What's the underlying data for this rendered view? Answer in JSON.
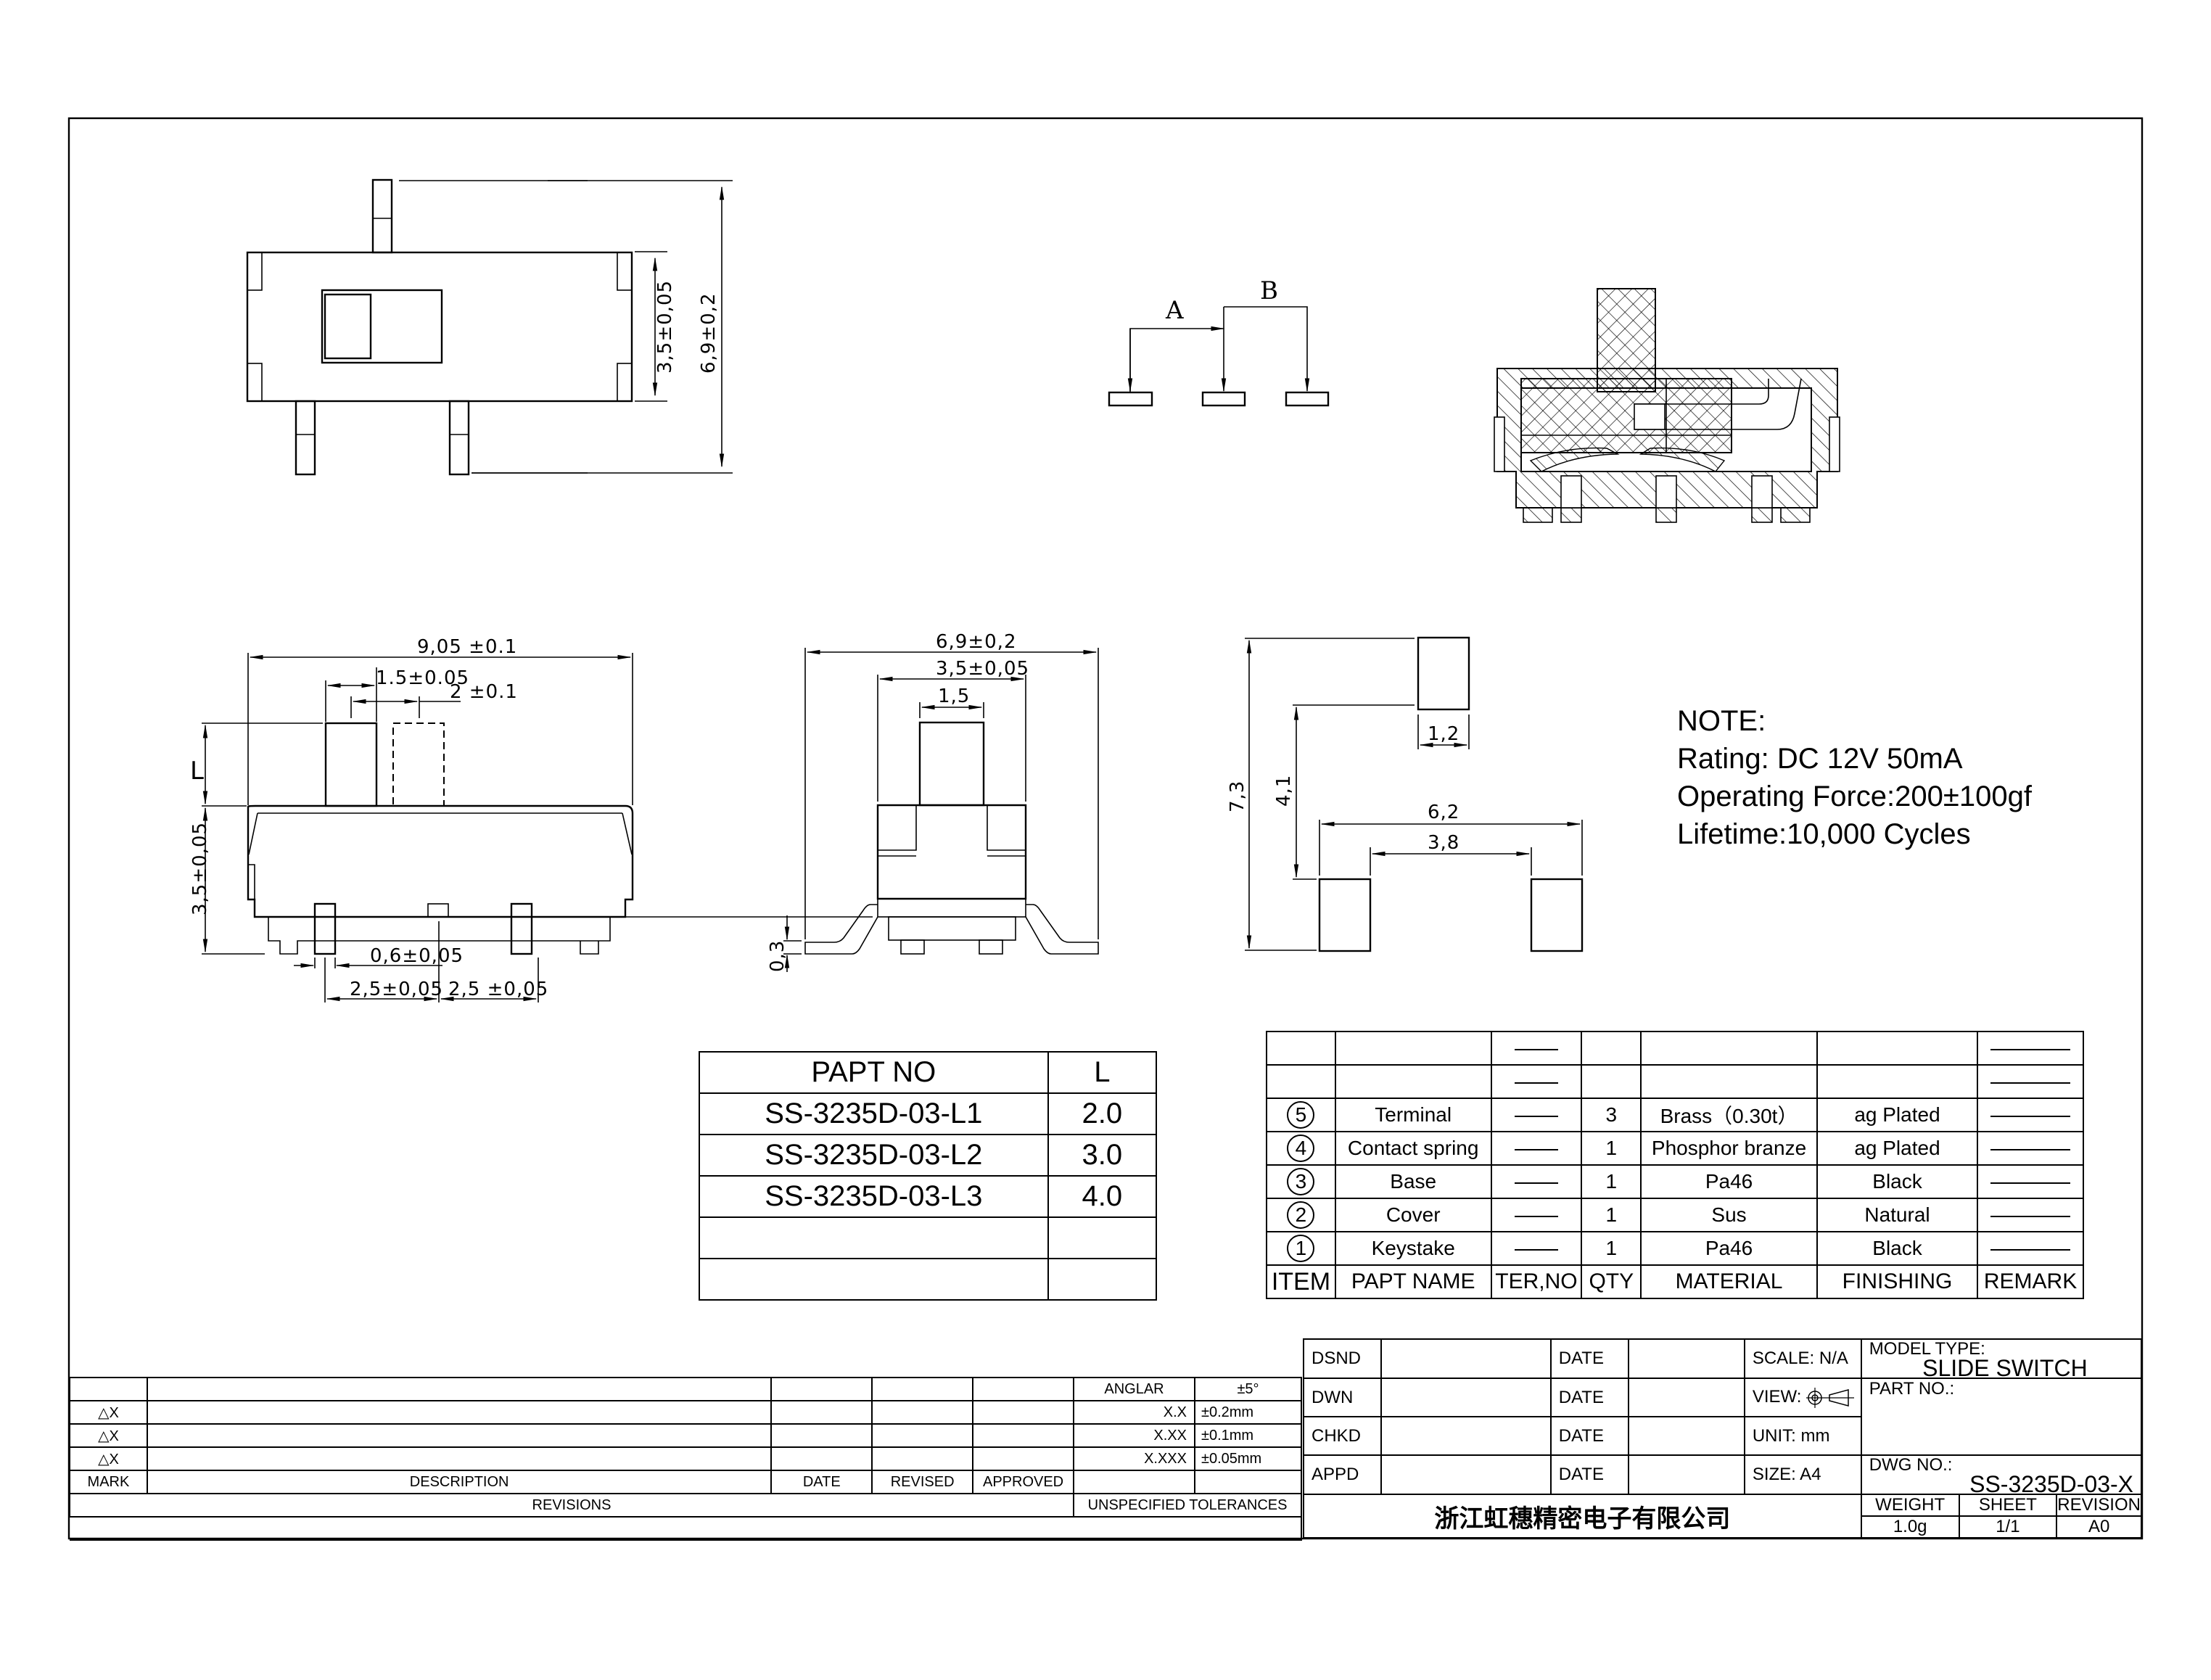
{
  "drawing": {
    "top_view": {
      "dims": {
        "body_height": "3,5±0,05",
        "overall_height": "6,9±0,2"
      }
    },
    "schematic": {
      "label_a": "A",
      "label_b": "B"
    },
    "section_view": {
      "description": "cross-section"
    },
    "front_view": {
      "dims": {
        "overall_width": "9,05 ±0.1",
        "knob_width": "1.5±0.05",
        "travel": "2 ±0.1",
        "knob_height_label": "L",
        "body_height": "3,5±0,05",
        "pin_width": "0,6±0,05",
        "pitch_left": "2,5±0,05",
        "pitch_right": "2,5 ±0,05"
      }
    },
    "side_view": {
      "dims": {
        "overall_width": "6,9±0,2",
        "body_width": "3,5±0,05",
        "knob_width": "1,5",
        "lead_thickness": "0,3"
      }
    },
    "pcb_layout": {
      "dims": {
        "overall_height": "7,3",
        "pad_spacing_vertical": "4,1",
        "pad_width": "1,2",
        "outer_span": "6,2",
        "inner_span": "3,8"
      }
    }
  },
  "note": {
    "title": "NOTE:",
    "lines": [
      "Rating: DC 12V  50mA",
      "Operating Force:200±100gf",
      "Lifetime:10,000 Cycles"
    ]
  },
  "partno_table": {
    "headers": [
      "PAPT NO",
      "L"
    ],
    "rows": [
      [
        "SS-3235D-03-L1",
        "2.0"
      ],
      [
        "SS-3235D-03-L2",
        "3.0"
      ],
      [
        "SS-3235D-03-L3",
        "4.0"
      ],
      [
        "",
        ""
      ],
      [
        "",
        ""
      ]
    ]
  },
  "bom_table": {
    "headers": [
      "ITEM",
      "PAPT NAME",
      "TER,NO",
      "QTY",
      "MATERIAL",
      "FINISHING",
      "REMARK"
    ],
    "rows": [
      {
        "item": "",
        "name": "",
        "qty": "",
        "material": "",
        "finishing": ""
      },
      {
        "item": "",
        "name": "",
        "qty": "",
        "material": "",
        "finishing": ""
      },
      {
        "item": "5",
        "name": "Terminal",
        "qty": "3",
        "material": "Brass（0.30t）",
        "finishing": "ag Plated"
      },
      {
        "item": "4",
        "name": "Contact spring",
        "qty": "1",
        "material": "Phosphor branze",
        "finishing": "ag Plated"
      },
      {
        "item": "3",
        "name": "Base",
        "qty": "1",
        "material": "Pa46",
        "finishing": "Black"
      },
      {
        "item": "2",
        "name": "Cover",
        "qty": "1",
        "material": "Sus",
        "finishing": "Natural"
      },
      {
        "item": "1",
        "name": "Keystake",
        "qty": "1",
        "material": "Pa46",
        "finishing": "Black"
      }
    ]
  },
  "revisions": {
    "marks": [
      "△X",
      "△X",
      "△X"
    ],
    "headers": [
      "MARK",
      "DESCRIPTION",
      "DATE",
      "REVISED",
      "APPROVED"
    ],
    "footer": "REVISIONS",
    "tolerances": {
      "rows": [
        [
          "ANGLAR",
          "±5°"
        ],
        [
          "X.X",
          "±0.2mm"
        ],
        [
          "X.XX",
          "±0.1mm"
        ],
        [
          "X.XXX",
          "±0.05mm"
        ]
      ],
      "footer": "UNSPECIFIED TOLERANCES"
    }
  },
  "title_block": {
    "rows": [
      {
        "label": "DSND",
        "date": "DATE",
        "info": "SCALE: N/A"
      },
      {
        "label": "DWN",
        "date": "DATE",
        "info": "VIEW:"
      },
      {
        "label": "CHKD",
        "date": "DATE",
        "info": "UNIT: mm"
      },
      {
        "label": "APPD",
        "date": "DATE",
        "info": "SIZE: A4"
      }
    ],
    "model_type_label": "MODEL TYPE:",
    "model_type": "SLIDE SWITCH",
    "part_no_label": "PART NO.:",
    "part_no": "",
    "dwg_no_label": "DWG NO.:",
    "dwg_no": "SS-3235D-03-X",
    "company": "浙江虹穗精密电子有限公司",
    "weight_label": "WEIGHT",
    "weight": "1.0g",
    "sheet_label": "SHEET",
    "sheet": "1/1",
    "revision_label": "REVISION",
    "revision": "A0"
  }
}
